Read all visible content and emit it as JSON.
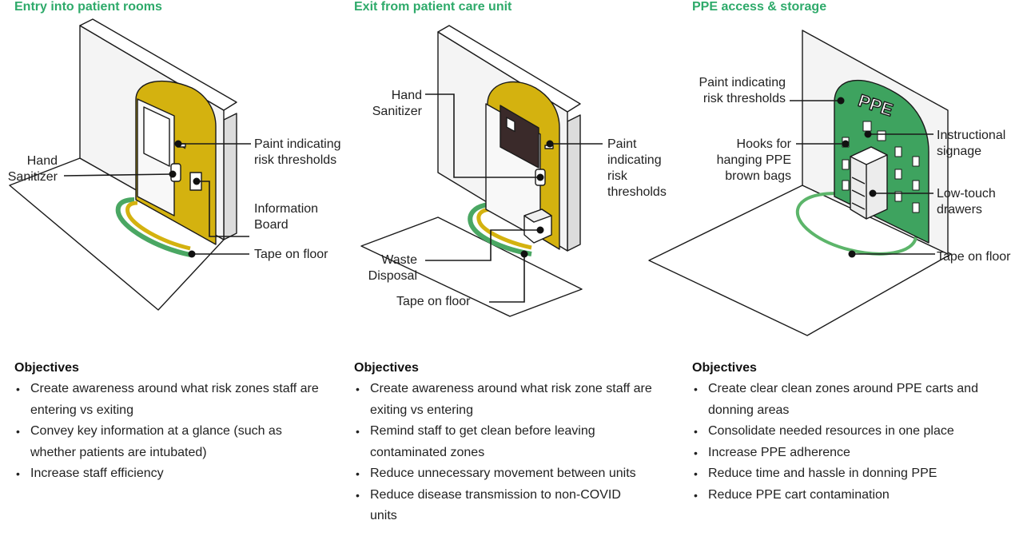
{
  "sections": [
    {
      "title": "Entry into patient rooms",
      "labels": {
        "hand_sanitizer": "Hand\nSanitizer",
        "paint": "Paint indicating\nrisk thresholds",
        "info_board": "Information\nBoard",
        "tape": "Tape on floor"
      },
      "objectives_heading": "Objectives",
      "objectives": [
        "Create awareness around what risk zones staff are entering vs exiting",
        "Convey key information at a glance (such as whether patients are intubated)",
        "Increase staff efficiency"
      ]
    },
    {
      "title": "Exit from patient care unit",
      "labels": {
        "hand_sanitizer": "Hand\nSanitizer",
        "paint": "Paint\nindicating\nrisk\nthresholds",
        "waste": "Waste\nDisposal",
        "tape": "Tape on floor"
      },
      "objectives_heading": "Objectives",
      "objectives": [
        "Create awareness around what risk zone staff are exiting vs entering",
        "Remind staff to get clean before leaving contaminated zones",
        "Reduce unnecessary movement between units",
        "Reduce disease transmission to non-COVID units"
      ]
    },
    {
      "title": "PPE access & storage",
      "sign_text": "PPE",
      "labels": {
        "paint": "Paint indicating\nrisk thresholds",
        "hooks": "Hooks for\nhanging PPE\nbrown bags",
        "signage": "Instructional\nsignage",
        "drawers": "Low-touch\ndrawers",
        "tape": "Tape on floor"
      },
      "objectives_heading": "Objectives",
      "objectives": [
        "Create clear clean zones around PPE carts and donning areas",
        "Consolidate needed resources in one place",
        "Increase PPE adherence",
        "Reduce time and hassle in donning PPE",
        "Reduce PPE cart contamination"
      ]
    }
  ],
  "colors": {
    "title_green": "#2eaa6a",
    "paint_yellow": "#d4b20f",
    "paint_green": "#3ea35f",
    "tape_green": "#5cb56a",
    "wall_light": "#ececec",
    "floor": "#ffffff"
  }
}
